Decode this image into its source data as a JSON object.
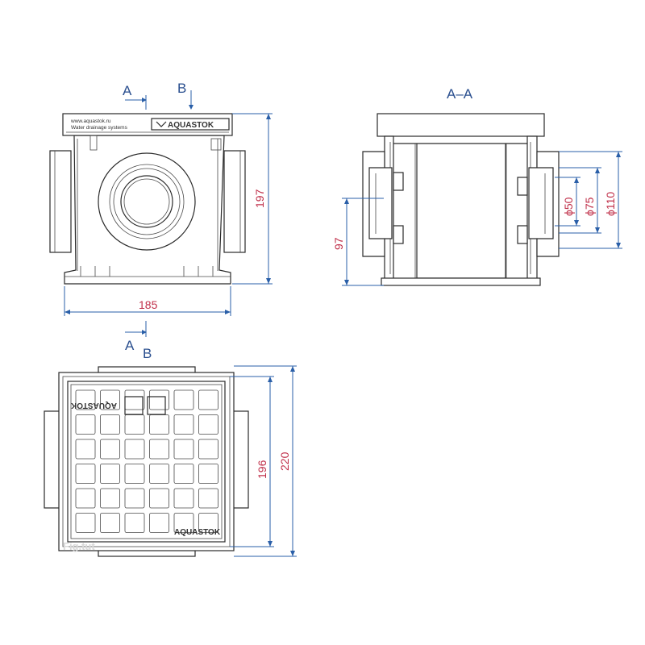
{
  "section_label_a": "A",
  "section_label_b": "B",
  "section_title": "A–A",
  "front_view": {
    "website": "www.aquastok.ru",
    "tagline": "Water drainage systems",
    "brand": "AQUASTOK",
    "width_dim": "185",
    "height_dim": "197"
  },
  "section_view": {
    "height_dim": "97",
    "diameters": [
      "ϕ50",
      "ϕ75",
      "ϕ110"
    ]
  },
  "top_view": {
    "brand": "AQUASTOK",
    "inner_dim": "196",
    "outer_dim": "220",
    "watermark": "Fig.tut"
  },
  "colors": {
    "dimension_line": "#2a5fa8",
    "dimension_text": "#c0304a",
    "label_text": "#2a4f8f"
  }
}
